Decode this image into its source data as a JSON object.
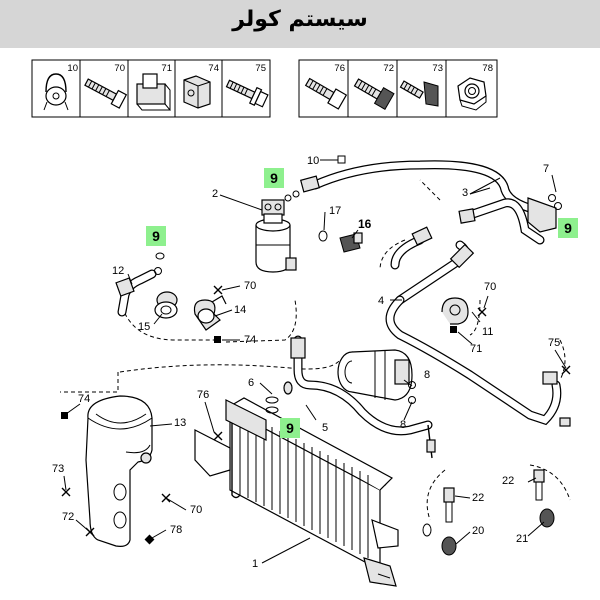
{
  "title": "سیستم کولر",
  "legend": {
    "left_box": [
      "10",
      "70",
      "71",
      "74",
      "75"
    ],
    "right_box": [
      "76",
      "72",
      "73",
      "78"
    ]
  },
  "callouts": {
    "drier": "9",
    "hose_upper": "9",
    "right_fitting": "9",
    "condenser": "9"
  },
  "labels": {
    "l1": "1",
    "l2": "2",
    "l3": "3",
    "l4": "4",
    "l5": "5",
    "l6": "6",
    "l7": "7",
    "l8a": "8",
    "l8b": "8",
    "l10": "10",
    "l11": "11",
    "l12": "12",
    "l13": "13",
    "l14": "14",
    "l15": "15",
    "l16": "16",
    "l17": "17",
    "l20": "20",
    "l21": "21",
    "l22a": "22",
    "l22b": "22",
    "l70a": "70",
    "l70b": "70",
    "l70c": "70",
    "l71": "71",
    "l72": "72",
    "l73": "73",
    "l74a": "74",
    "l74b": "74",
    "l75": "75",
    "l76": "76",
    "l78": "78"
  },
  "colors": {
    "title_bg": "#d6d6d6",
    "callout_bg": "#8ef08e"
  }
}
